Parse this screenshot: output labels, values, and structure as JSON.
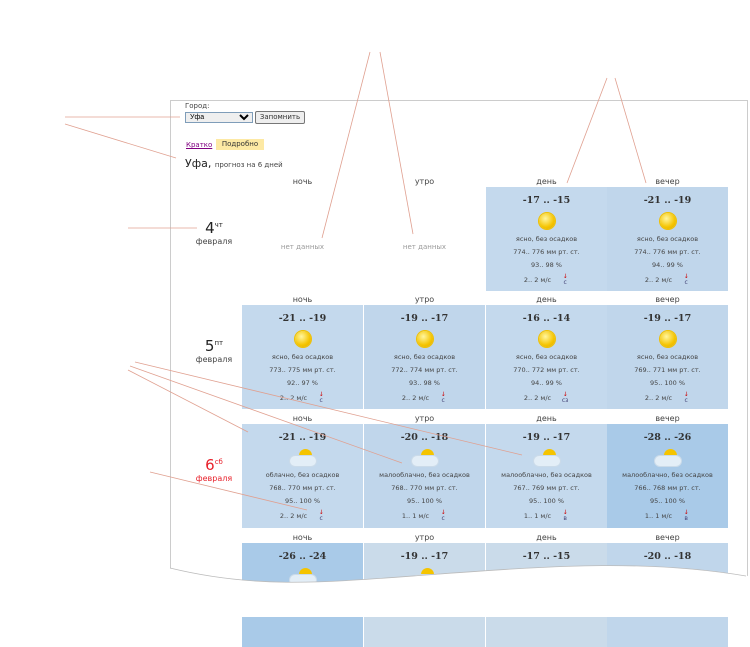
{
  "form": {
    "city_label": "Город:",
    "city_value": "Уфа",
    "remember_button": "Запомнить"
  },
  "view_tabs": {
    "brief": "Кратко",
    "detailed": "Подробно"
  },
  "heading": {
    "city": "Уфа,",
    "subtitle": "прогноз на 6 дней"
  },
  "periods": [
    "ночь",
    "утро",
    "день",
    "вечер"
  ],
  "no_data": "нет данных",
  "days": [
    {
      "num": "4",
      "weekday": "чт",
      "month": "февраля",
      "weekend": false,
      "cells": [
        null,
        null,
        {
          "temp": "-17 .. -15",
          "icon": "sun",
          "cond": "ясно, без осадков",
          "pressure": "774.. 776 мм рт. ст.",
          "humidity": "93.. 98 %",
          "wind": "2.. 2 м/с",
          "dir": "с"
        },
        {
          "temp": "-21 .. -19",
          "icon": "sun",
          "cond": "ясно, без осадков",
          "pressure": "774.. 776 мм рт. ст.",
          "humidity": "94.. 99 %",
          "wind": "2.. 2 м/с",
          "dir": "с"
        }
      ]
    },
    {
      "num": "5",
      "weekday": "пт",
      "month": "февраля",
      "weekend": false,
      "cells": [
        {
          "temp": "-21 .. -19",
          "icon": "sun",
          "cond": "ясно, без осадков",
          "pressure": "773.. 775 мм рт. ст.",
          "humidity": "92.. 97 %",
          "wind": "2.. 2 м/с",
          "dir": "с"
        },
        {
          "temp": "-19 .. -17",
          "icon": "sun",
          "cond": "ясно, без осадков",
          "pressure": "772.. 774 мм рт. ст.",
          "humidity": "93.. 98 %",
          "wind": "2.. 2 м/с",
          "dir": "с"
        },
        {
          "temp": "-16 .. -14",
          "icon": "sun",
          "cond": "ясно, без осадков",
          "pressure": "770.. 772 мм рт. ст.",
          "humidity": "94.. 99 %",
          "wind": "2.. 2 м/с",
          "dir": "сз"
        },
        {
          "temp": "-19 .. -17",
          "icon": "sun",
          "cond": "ясно, без осадков",
          "pressure": "769.. 771 мм рт. ст.",
          "humidity": "95.. 100 %",
          "wind": "2.. 2 м/с",
          "dir": "с"
        }
      ]
    },
    {
      "num": "6",
      "weekday": "сб",
      "month": "февраля",
      "weekend": true,
      "cells": [
        {
          "temp": "-21 .. -19",
          "icon": "cloud",
          "cond": "облачно, без осадков",
          "pressure": "768.. 770 мм рт. ст.",
          "humidity": "95.. 100 %",
          "wind": "2.. 2 м/с",
          "dir": "с"
        },
        {
          "temp": "-20 .. -18",
          "icon": "cloud",
          "cond": "малооблачно, без осадков",
          "pressure": "768.. 770 мм рт. ст.",
          "humidity": "95.. 100 %",
          "wind": "1.. 1 м/с",
          "dir": "с"
        },
        {
          "temp": "-19 .. -17",
          "icon": "cloud",
          "cond": "малооблачно, без осадков",
          "pressure": "767.. 769 мм рт. ст.",
          "humidity": "95.. 100 %",
          "wind": "1.. 1 м/с",
          "dir": "в"
        },
        {
          "temp": "-28 .. -26",
          "icon": "cloud",
          "cond": "малооблачно, без осадков",
          "pressure": "766.. 768 мм рт. ст.",
          "humidity": "95.. 100 %",
          "wind": "1.. 1 м/с",
          "dir": "в"
        }
      ]
    },
    {
      "cells": [
        {
          "temp": "-26 .. -24",
          "icon": "cloud"
        },
        {
          "temp": "-19 .. -17",
          "icon": "cloud"
        },
        {
          "temp": "-17 .. -15"
        },
        {
          "temp": "-20 .. -18"
        }
      ]
    }
  ],
  "colors": {
    "cell": "#c4d9ed",
    "cell_dark": "#a9cae8",
    "cell_light": "#cadbea",
    "annotation": "#e0a090",
    "weekend": "#e8202a"
  }
}
